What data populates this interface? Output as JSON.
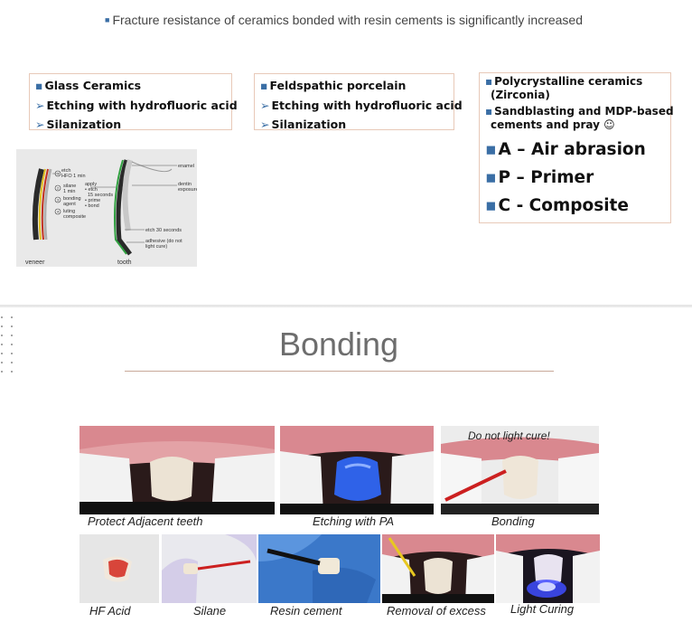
{
  "top_note": "Fracture resistance of ceramics bonded with resin cements is significantly increased",
  "box_glass": {
    "items": [
      {
        "mark": "▪",
        "text": "Glass Ceramics"
      },
      {
        "mark": "➢",
        "text": "Etching with hydrofluoric acid"
      },
      {
        "mark": "➢",
        "text": "Silanization"
      }
    ]
  },
  "box_feld": {
    "items": [
      {
        "mark": "▪",
        "text": "Feldspathic porcelain"
      },
      {
        "mark": "➢",
        "text": "Etching with hydrofluoric acid"
      },
      {
        "mark": "➢",
        "text": "Silanization"
      }
    ]
  },
  "box_poly": {
    "line1": "Polycrystalline ceramics",
    "line2": "(Zirconia)",
    "line3": "Sandblasting and MDP-based",
    "line4": "cements and pray ☺",
    "apc": [
      {
        "mark": "▪",
        "text": "A – Air abrasion"
      },
      {
        "mark": "▪",
        "text": "P – Primer"
      },
      {
        "mark": "▪",
        "text": "C - Composite"
      }
    ]
  },
  "diagram": {
    "etch": "etch",
    "hfo": "HFO 1 min",
    "silane": "silane",
    "silane_time": "1 min",
    "bonding": "bonding",
    "agent": "agent",
    "luting": "luting",
    "composite": "composite",
    "apply": "apply",
    "etch_step": "• etch",
    "seconds": "15 seconds",
    "prime": "• prime",
    "bond": "• bond",
    "enamel": "enamel",
    "dentin": "dentin",
    "exposure": "exposure",
    "etch30": "etch 30 seconds",
    "adhesive": "adhesive (do not",
    "light_cure": "light cure)",
    "n1": "1",
    "n2": "2",
    "n3": "3",
    "n4": "4",
    "veneer": "veneer",
    "tooth": "tooth"
  },
  "section_title": "Bonding",
  "photos": {
    "protect": "Protect Adjacent teeth",
    "etching": "Etching with PA",
    "bonding": "Bonding",
    "do_not_cure": "Do not light cure!",
    "hf": "HF Acid",
    "silane": "Silane",
    "resin": "Resin cement",
    "removal": "Removal of excess",
    "curing": "Light Curing"
  },
  "colors": {
    "accent_blue": "#3a6ea5",
    "box_border": "#e8c9b8",
    "title_gray": "#6d6d6d",
    "rule": "#c9a99a",
    "gel_blue": "#2f62e8"
  }
}
